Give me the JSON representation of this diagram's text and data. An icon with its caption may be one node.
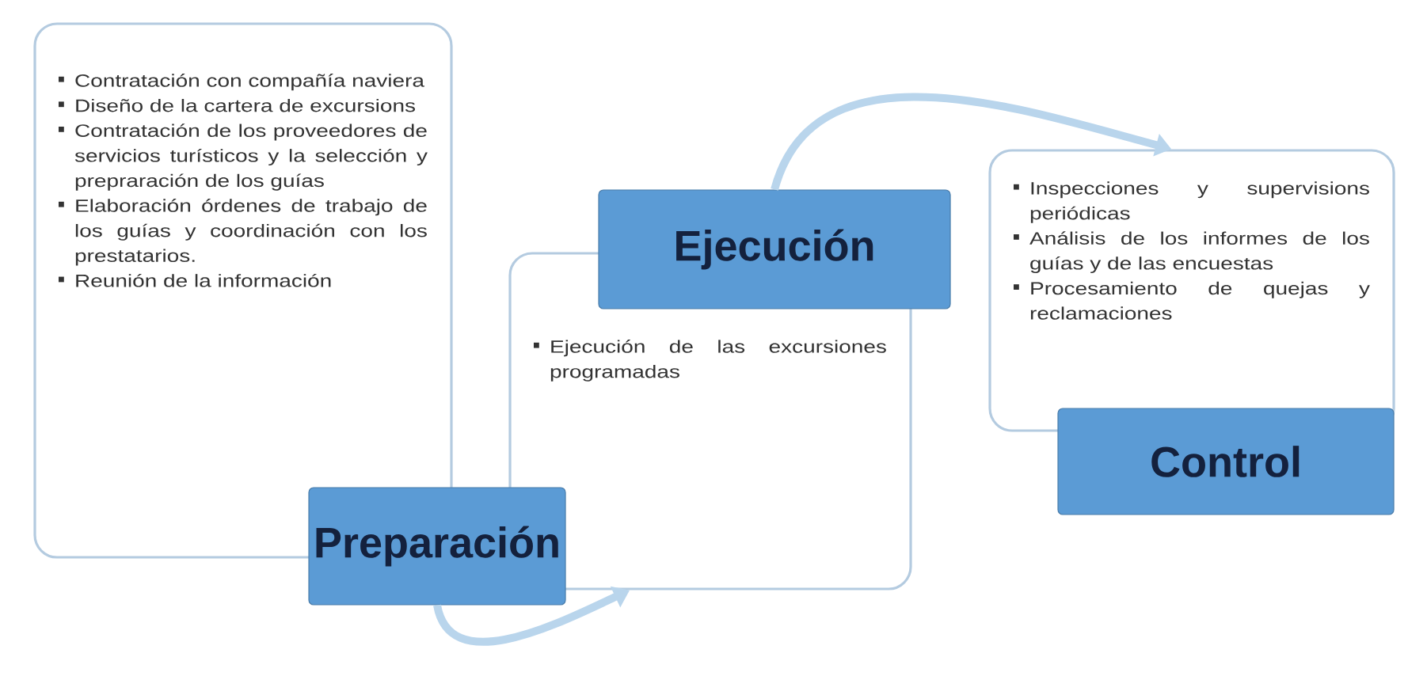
{
  "diagram": {
    "nodes": [
      {
        "text": [
          "Contratación con compañía naviera",
          "Diseño de la cartera de excursions",
          "Contratación de los proveedores de servicios turísticos y la selección y prepraración de los guías",
          "Elaboración órdenes de trabajo de los guías y coordinación con los prestatarios.",
          "Reunión de la información"
        ]
      },
      {
        "text": [
          "Preparación"
        ]
      },
      {
        "text": [
          "Ejecución de las excursiones programadas"
        ]
      },
      {
        "text": [
          "Ejecución"
        ]
      },
      {
        "text": [
          "Inspecciones y supervisions periódicas",
          "Análisis de los informes de los guías y de las encuestas",
          "Procesamiento de quejas y reclamaciones"
        ]
      },
      {
        "text": [
          "Control"
        ]
      }
    ],
    "edges": [
      {
        "from": 1,
        "to": 2,
        "arrow": "to"
      },
      {
        "from": 3,
        "to": 4,
        "arrow": "to"
      }
    ]
  }
}
